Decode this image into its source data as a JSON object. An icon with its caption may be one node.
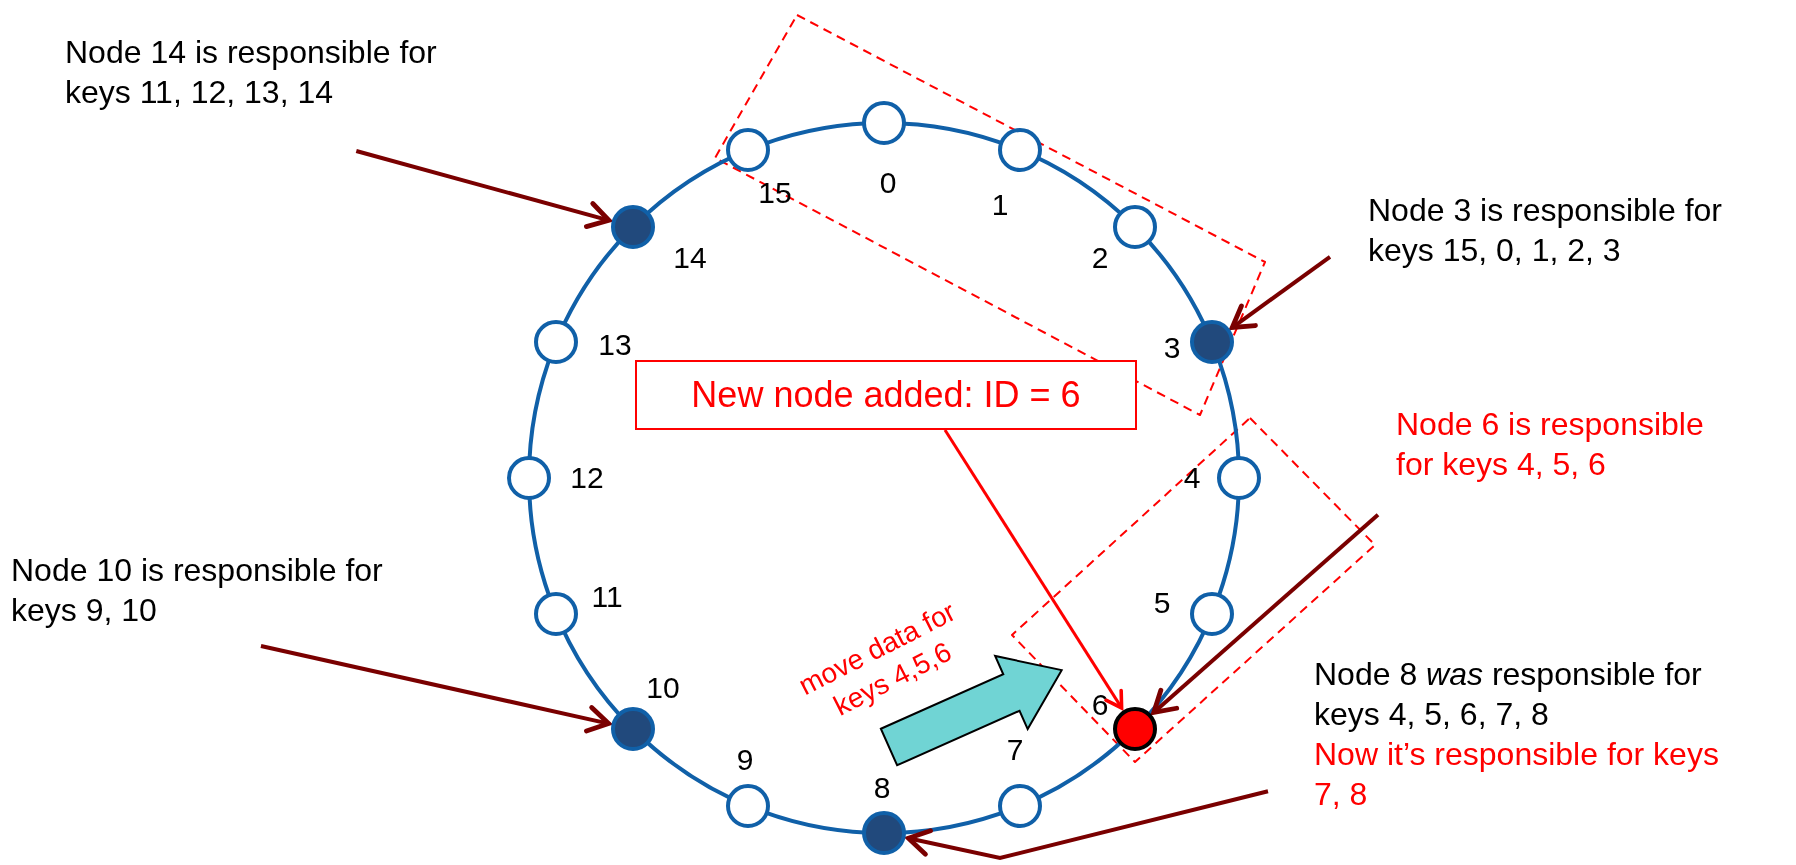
{
  "diagram": {
    "nodes": [
      {
        "text": [],
        "shape": "circle",
        "beside": [
          "0"
        ]
      },
      {
        "text": [],
        "shape": "circle",
        "beside": [
          "1"
        ]
      },
      {
        "text": [],
        "shape": "circle",
        "beside": [
          "2"
        ]
      },
      {
        "text": [],
        "shape": "circle",
        "beside": [
          "3"
        ]
      },
      {
        "text": [],
        "shape": "circle",
        "beside": [
          "4"
        ]
      },
      {
        "text": [],
        "shape": "circle",
        "beside": [
          "5"
        ]
      },
      {
        "text": [],
        "shape": "circle",
        "beside": [
          "6"
        ]
      },
      {
        "text": [],
        "shape": "circle",
        "beside": [
          "7"
        ]
      },
      {
        "text": [],
        "shape": "circle",
        "beside": [
          "8"
        ]
      },
      {
        "text": [],
        "shape": "circle",
        "beside": [
          "9"
        ]
      },
      {
        "text": [],
        "shape": "circle",
        "beside": [
          "10"
        ]
      },
      {
        "text": [],
        "shape": "circle",
        "beside": [
          "11"
        ]
      },
      {
        "text": [],
        "shape": "circle",
        "beside": [
          "12"
        ]
      },
      {
        "text": [],
        "shape": "circle",
        "beside": [
          "13"
        ]
      },
      {
        "text": [],
        "shape": "circle",
        "beside": [
          "14"
        ]
      },
      {
        "text": [],
        "shape": "circle",
        "beside": [
          "15"
        ]
      },
      {
        "text": [
          "Node 14 is responsible for keys 11, 12, 13, 14"
        ]
      },
      {
        "text": [
          "Node 3 is responsible for keys 15, 0, 1, 2, 3"
        ]
      },
      {
        "text": [
          "New node added: ID = 6"
        ]
      },
      {
        "text": [
          "Node 6 is responsible for keys 4, 5, 6"
        ]
      },
      {
        "text": [
          "Node 10 is responsible for keys 9, 10"
        ]
      },
      {
        "text": [
          "Node 8 *was* responsible for keys 4, 5, 6, 7, 8",
          "Now it’s responsible for keys 7, 8"
        ]
      }
    ],
    "edges": [
      {
        "from": 16,
        "to": 14,
        "arrow": "to"
      },
      {
        "from": 17,
        "to": 3,
        "arrow": "to"
      },
      {
        "from": 19,
        "to": 6,
        "arrow": "to"
      },
      {
        "from": 20,
        "to": 10,
        "arrow": "to"
      },
      {
        "from": 21,
        "to": 8,
        "arrow": "to"
      },
      {
        "from": 18,
        "to": 6,
        "arrow": "to",
        "color": "#ff0000"
      }
    ],
    "labels": [
      "move data for keys 4,5,6"
    ]
  }
}
